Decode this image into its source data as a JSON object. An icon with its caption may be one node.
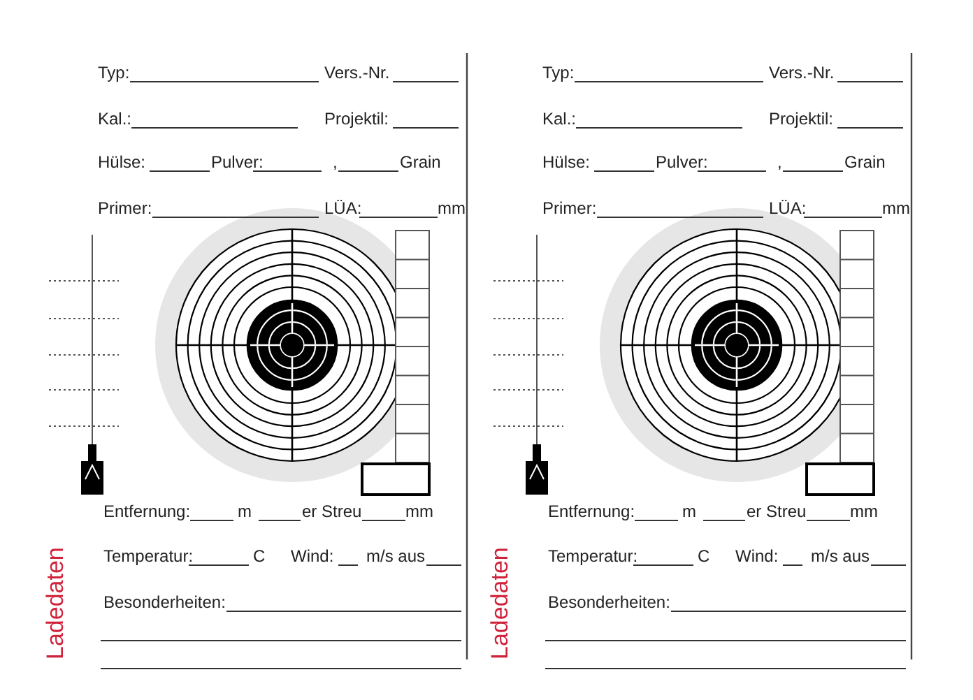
{
  "diagram": {
    "labels": [
      "Typ:",
      "Vers.-Nr.",
      "Kal.:",
      "Projektil:",
      "Hülse:",
      "Pulver:",
      ",",
      "Grain",
      "Primer:",
      "LÜA:",
      "mm",
      "Entfernung:",
      "m",
      "er Streu",
      "mm",
      "Temperatur:",
      "C",
      "Wind:",
      "m/s aus",
      "Besonderheiten:",
      "Ladedaten",
      "Typ:",
      "Vers.-Nr.",
      "Kal.:",
      "Projektil:",
      "Hülse:",
      "Pulver:",
      ",",
      "Grain",
      "Primer:",
      "LÜA:",
      "mm",
      "Entfernung:",
      "m",
      "er Streu",
      "mm",
      "Temperatur:",
      "C",
      "Wind:",
      "m/s aus",
      "Besonderheiten:",
      "Ladedaten"
    ]
  }
}
